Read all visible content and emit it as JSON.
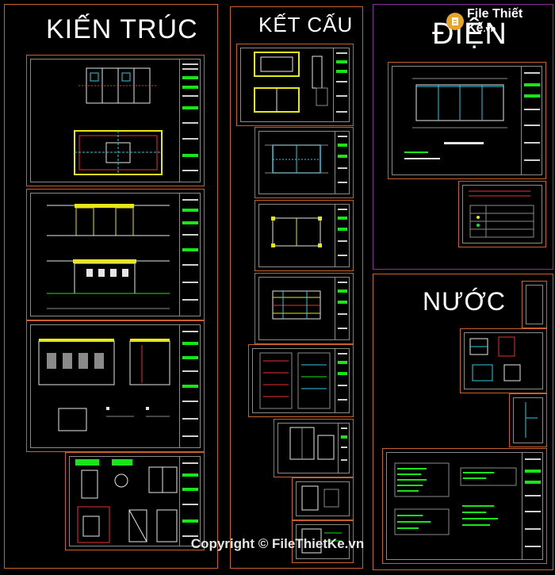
{
  "sections": {
    "architecture": "KIẾN TRÚC",
    "structure": "KẾT CẤU",
    "electrical": "ĐIỆN",
    "water": "NƯỚC"
  },
  "watermark": {
    "logo_text": "File Thiết Kế",
    "logo_suffix": ".vn",
    "copyright": "Copyright © FileThietKe.vn"
  },
  "colors": {
    "frame": "#c9602a",
    "electrical_frame": "#8a2f9a",
    "drawing_yellow": "#e6e619",
    "drawing_cyan": "#31c8e6",
    "drawing_green": "#19e619",
    "drawing_red": "#e63232",
    "logo_orange": "#e7a426"
  }
}
